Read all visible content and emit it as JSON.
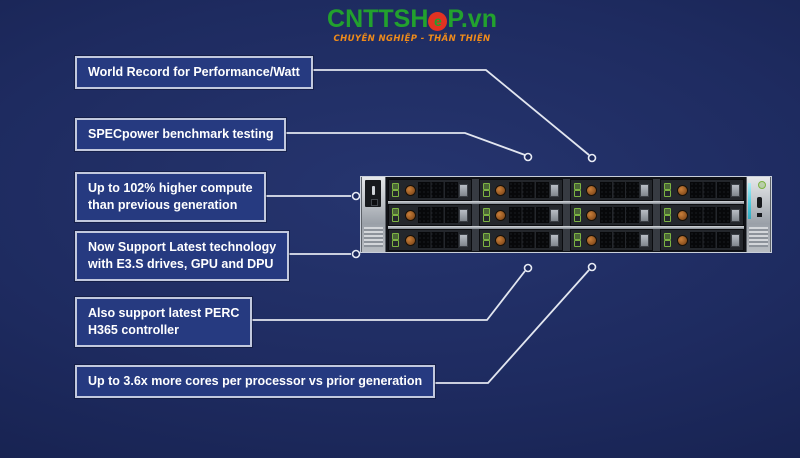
{
  "logo": {
    "brand_prefix": "CNTTSH",
    "brand_o": "e",
    "brand_suffix": "P.vn",
    "tagline": "CHUYÊN NGHIỆP - THÂN THIỆN"
  },
  "callouts": [
    {
      "line1": "World Record for Performance/Watt",
      "line2": ""
    },
    {
      "line1": "SPECpower benchmark testing",
      "line2": ""
    },
    {
      "line1": "Up to 102% higher compute",
      "line2": "than previous generation"
    },
    {
      "line1": "Now Support Latest technology",
      "line2": "with E3.S drives, GPU and DPU"
    },
    {
      "line1": "Also support latest PERC",
      "line2": "H365 controller"
    },
    {
      "line1": "Up to 3.6x more cores per processor vs prior generation",
      "line2": ""
    }
  ],
  "server": {
    "drive_rows": 3,
    "drive_columns": 4
  },
  "colors": {
    "brand_green": "#22a12e",
    "brand_red": "#e23222",
    "tagline_orange": "#ef8b1a",
    "box_fill": "#263a80",
    "box_border": "#c2c9de",
    "line_color": "#e2e6f0",
    "drive_led_green": "#7cb342",
    "drive_button_orange": "#a85f28",
    "status_led_cyan": "#49c8dd"
  }
}
